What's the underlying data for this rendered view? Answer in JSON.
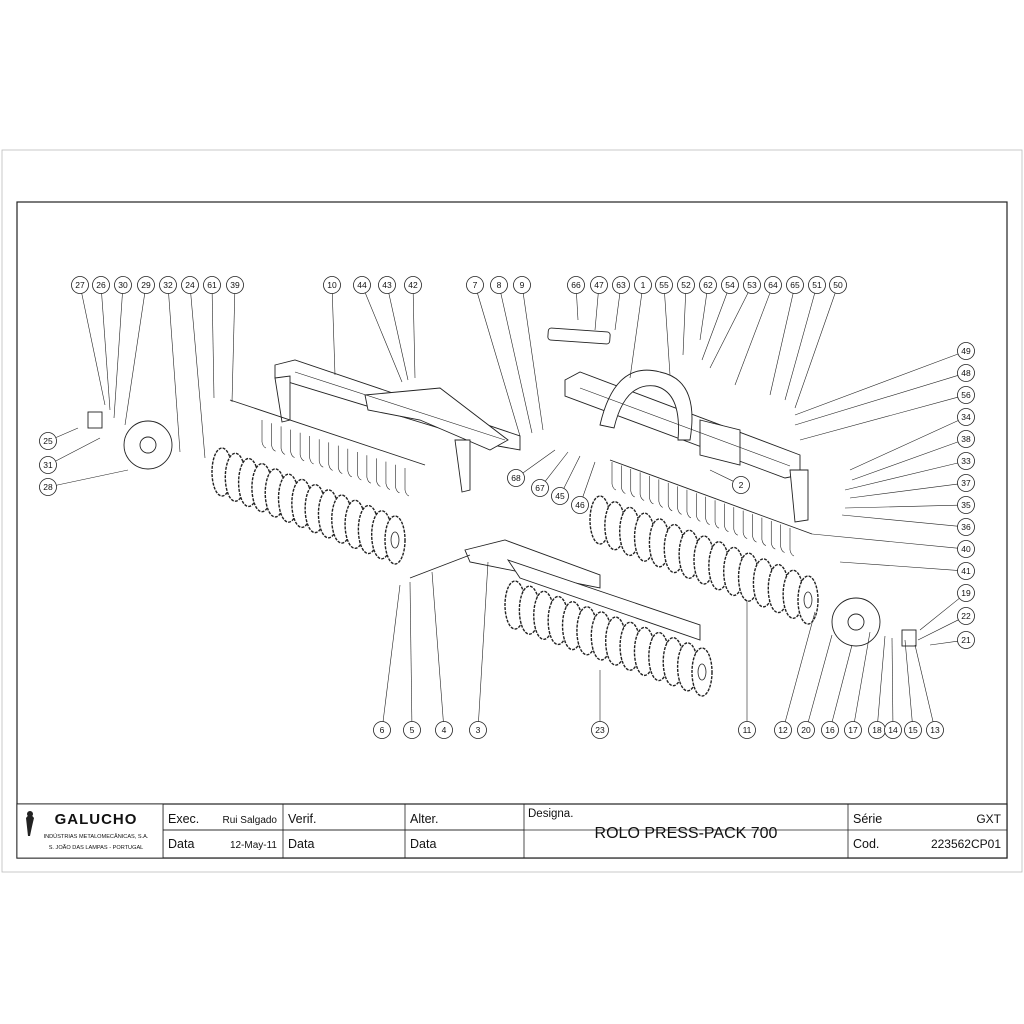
{
  "title_block": {
    "company_name": "GALUCHO",
    "company_line1": "INDÚSTRIAS METALOMECÂNICAS, S.A.",
    "company_line2": "S. JOÃO DAS LAMPAS - PORTUGAL",
    "exec_label": "Exec.",
    "exec_value": "Rui Salgado",
    "verif_label": "Verif.",
    "alter_label": "Alter.",
    "data_label": "Data",
    "data_value": "12-May-11",
    "designa_label": "Designa.",
    "designation": "ROLO PRESS-PACK 700",
    "serie_label": "Série",
    "serie_value": "GXT",
    "cod_label": "Cod.",
    "cod_value": "223562CP01"
  },
  "callouts": [
    "27",
    "26",
    "30",
    "29",
    "32",
    "24",
    "61",
    "39",
    "10",
    "44",
    "43",
    "42",
    "7",
    "8",
    "9",
    "66",
    "47",
    "63",
    "1",
    "55",
    "52",
    "62",
    "54",
    "53",
    "64",
    "65",
    "51",
    "50",
    "49",
    "48",
    "56",
    "34",
    "38",
    "33",
    "37",
    "35",
    "36",
    "40",
    "41",
    "19",
    "22",
    "21",
    "25",
    "31",
    "28",
    "68",
    "67",
    "45",
    "46",
    "2",
    "6",
    "5",
    "4",
    "3",
    "23",
    "11",
    "12",
    "20",
    "16",
    "17",
    "18",
    "14",
    "15",
    "13"
  ]
}
